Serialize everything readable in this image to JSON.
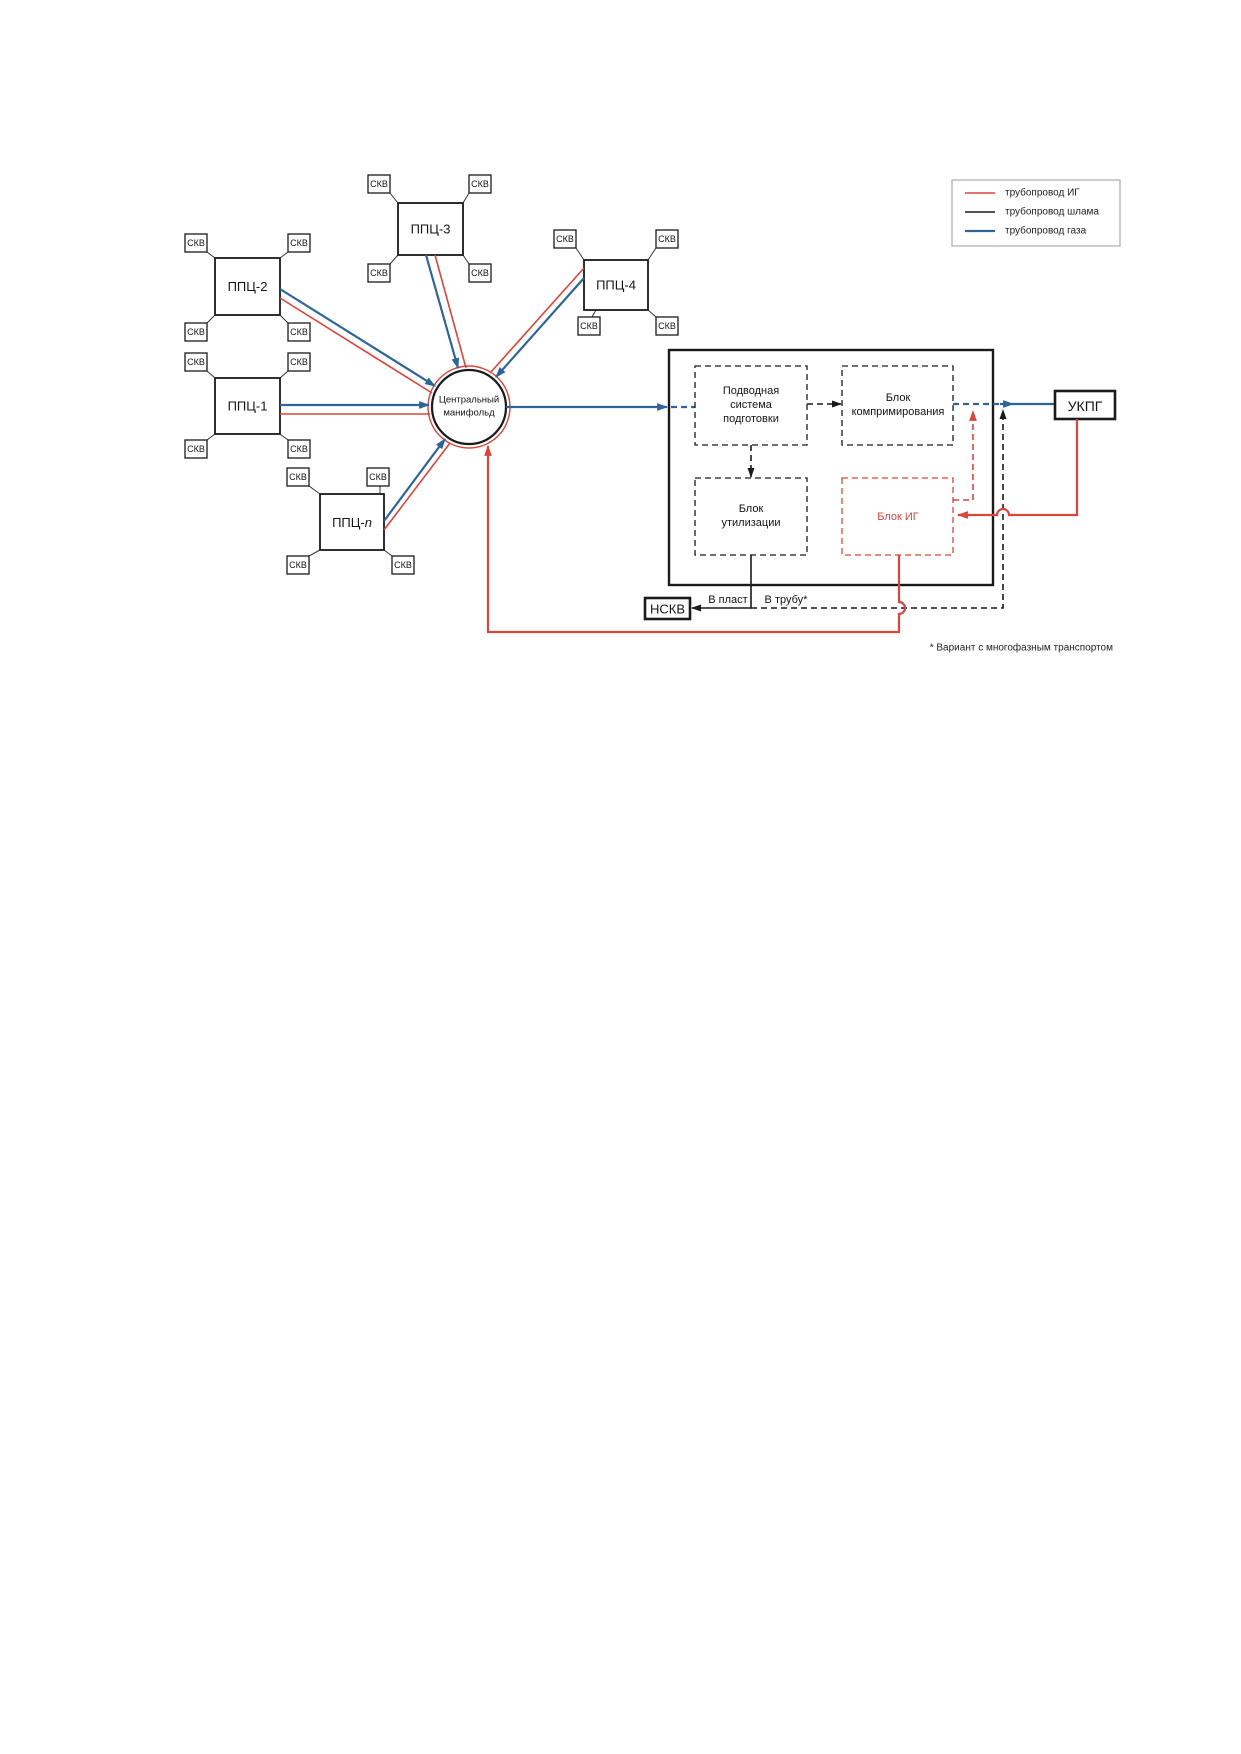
{
  "colors": {
    "ig": "#d9463e",
    "sludge": "#1a1a1a",
    "gas": "#2e6498"
  },
  "legend": {
    "items": [
      {
        "label": "трубопровод ИГ"
      },
      {
        "label": "трубопровод шлама"
      },
      {
        "label": "трубопровод газа"
      }
    ]
  },
  "clusters": [
    {
      "label": "ППЦ-1",
      "wells": [
        "СКВ",
        "СКВ",
        "СКВ",
        "СКВ"
      ]
    },
    {
      "label": "ППЦ-2",
      "wells": [
        "СКВ",
        "СКВ",
        "СКВ",
        "СКВ"
      ]
    },
    {
      "label": "ППЦ-3",
      "wells": [
        "СКВ",
        "СКВ",
        "СКВ",
        "СКВ"
      ]
    },
    {
      "label": "ППЦ-4",
      "wells": [
        "СКВ",
        "СКВ",
        "СКВ",
        "СКВ"
      ]
    },
    {
      "label": "ППЦ-",
      "label_italic": "n",
      "wells": [
        "СКВ",
        "СКВ",
        "СКВ",
        "СКВ"
      ]
    }
  ],
  "manifold": {
    "line1": "Центральный",
    "line2": "манифольд"
  },
  "processing": {
    "prep": {
      "line1": "Подводная",
      "line2": "система",
      "line3": "подготовки"
    },
    "compression": {
      "line1": "Блок",
      "line2": "компримирования"
    },
    "utilization": {
      "line1": "Блок",
      "line2": "утилизации"
    },
    "ig_block": "Блок ИГ"
  },
  "ukpg": "УКПГ",
  "nskv": "НСКВ",
  "outlets": {
    "to_reservoir": "В пласт",
    "to_pipe": "В трубу*"
  },
  "footnote": "* Вариант с многофазным транспортом"
}
